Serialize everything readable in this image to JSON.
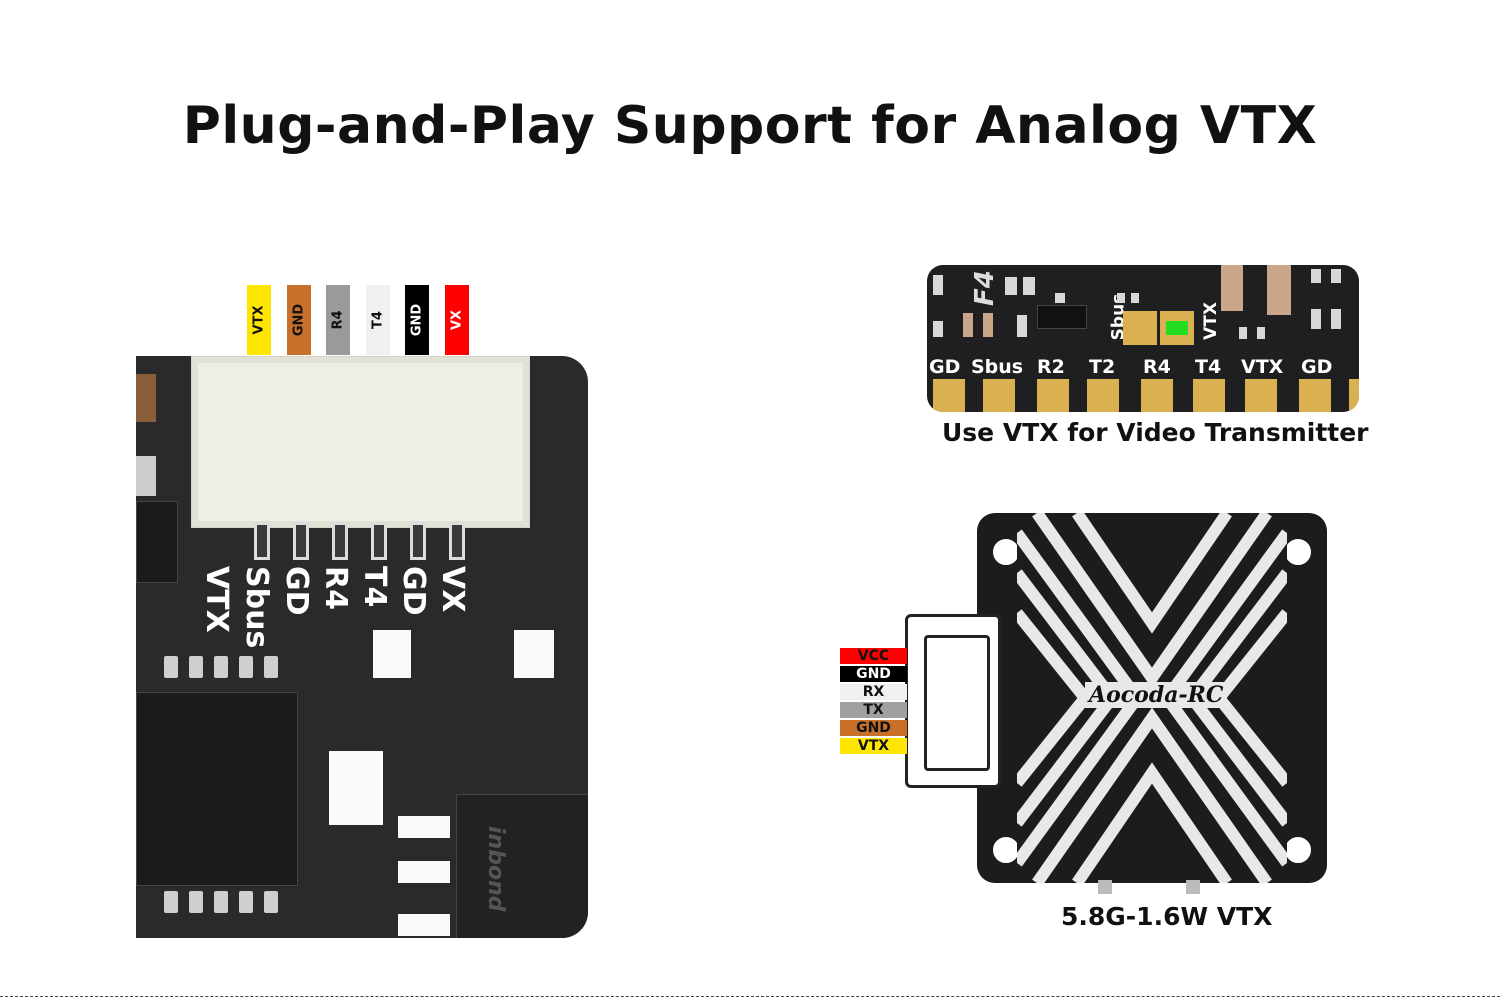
{
  "title": "Plug-and-Play Support for Analog VTX",
  "connector_wires": [
    {
      "label": "VTX",
      "color": "#ffe600",
      "text_color": "#111111"
    },
    {
      "label": "GND",
      "color": "#c8702a",
      "text_color": "#111111"
    },
    {
      "label": "R4",
      "color": "#9a9a9a",
      "text_color": "#111111"
    },
    {
      "label": "T4",
      "color": "#f0f0f0",
      "text_color": "#111111"
    },
    {
      "label": "GND",
      "color": "#000000",
      "text_color": "#ffffff"
    },
    {
      "label": "VX",
      "color": "#ff0000",
      "text_color": "#ffffff"
    }
  ],
  "board_pins": [
    "Sbus\nVTX",
    "GD",
    "R4",
    "T4",
    "GD",
    "VX"
  ],
  "board_pin_labels": {
    "a": "Sbus",
    "b": "VTX",
    "c": "GD",
    "d": "R4",
    "e": "T4",
    "f": "GD",
    "g": "VX"
  },
  "chip_marking": "inbond",
  "fc_strip": {
    "silk_top": [
      "F4",
      "Sbus",
      "VTX"
    ],
    "pads": [
      "GD",
      "Sbus",
      "R2",
      "T2",
      "R4",
      "T4",
      "VTX",
      "GD"
    ],
    "highlight_color": "#22dd22",
    "caption": "Use VTX for Video Transmitter"
  },
  "vtx": {
    "brand": "Aocoda-RC",
    "caption": "5.8G-1.6W VTX",
    "wires": [
      {
        "label": "VCC",
        "color": "#ff0000",
        "text_color": "#111111"
      },
      {
        "label": "GND",
        "color": "#000000",
        "text_color": "#ffffff"
      },
      {
        "label": "RX",
        "color": "#f0f0f0",
        "text_color": "#111111"
      },
      {
        "label": "TX",
        "color": "#a0a0a0",
        "text_color": "#111111"
      },
      {
        "label": "GND",
        "color": "#c8702a",
        "text_color": "#111111"
      },
      {
        "label": "VTX",
        "color": "#ffe600",
        "text_color": "#111111"
      }
    ]
  }
}
